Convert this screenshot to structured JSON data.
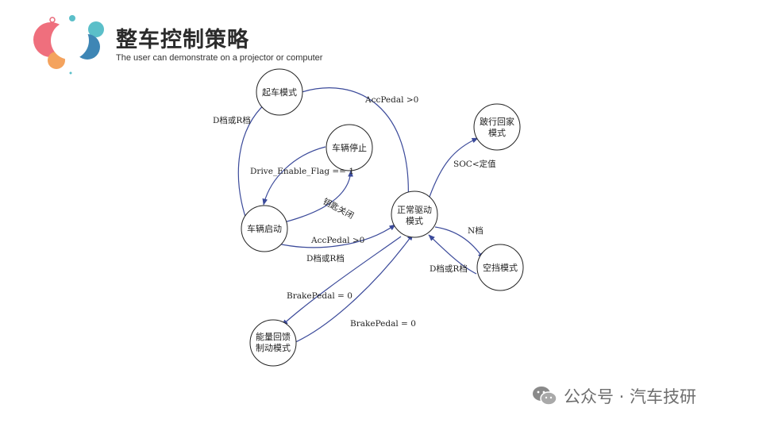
{
  "header": {
    "title": "整车控制策略",
    "subtitle": "The user can demonstrate on a projector or computer"
  },
  "colors": {
    "arrow": "#3b4a9a",
    "node_stroke": "#222222"
  },
  "diagram": {
    "nodes": {
      "start_mode": "起车模式",
      "limp_home_l1": "跛行回家",
      "limp_home_l2": "模式",
      "vehicle_stop": "车辆停止",
      "vehicle_start": "车辆启动",
      "normal_drive_l1": "正常驱动",
      "normal_drive_l2": "模式",
      "neutral_mode": "空挡模式",
      "regen_l1": "能量回馈",
      "regen_l2": "制动模式"
    },
    "edges": {
      "d_or_r_start": "D档或R档",
      "accpedal_top": "AccPedal >0",
      "drive_enable": "Drive_Enable_Flag == 1",
      "key_off": "钥匙关闭",
      "soc": "SOC<定值",
      "accpedal_mid": "AccPedal >0",
      "d_or_r_mid": "D档或R档",
      "n_gear": "N档",
      "d_or_r_neutral": "D档或R档",
      "brake_eq0_a": "BrakePedal = 0",
      "brake_eq0_b": "BrakePedal = 0"
    }
  },
  "watermark": {
    "text": "公众号 · 汽车技研",
    "icon": "wechat-icon"
  }
}
